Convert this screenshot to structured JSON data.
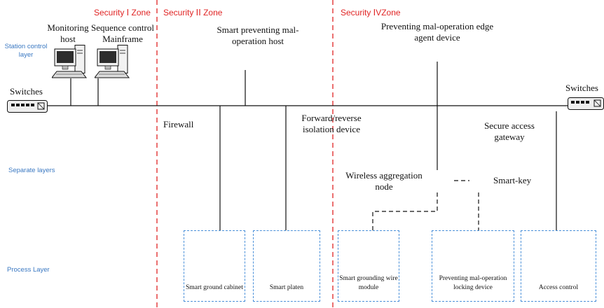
{
  "zones": [
    {
      "label": "Security Ⅰ Zone"
    },
    {
      "label": "Security ⅠⅠ Zone"
    },
    {
      "label": "Security ⅠVZone"
    }
  ],
  "layers": {
    "station_control": "Station control layer",
    "separate": "Separate layers",
    "process": "Process Layer"
  },
  "nodes": {
    "switches_left": "Switches",
    "switches_right": "Switches",
    "monitoring_host": "Monitoring host",
    "sequence_control": "Sequence control Mainframe",
    "smart_preventing_host": "Smart preventing mal-operation host",
    "edge_agent": "Preventing mal-operation edge agent device",
    "firewall": "Firewall",
    "isolation_device": "Forward/reverse isolation device",
    "secure_gateway": "Secure access gateway",
    "wireless_node": "Wireless aggregation node",
    "smart_key": "Smart-key"
  },
  "process_boxes": [
    {
      "label": "Smart ground cabinet"
    },
    {
      "label": "Smart platen"
    },
    {
      "label": "Smart grounding wire module"
    },
    {
      "label": "Preventing mal-operation locking device"
    },
    {
      "label": "Access control"
    }
  ],
  "colors": {
    "zone_text": "#e02424",
    "zone_divider": "#e02424",
    "layer_text": "#3a78c2",
    "box_border": "#4a90d9",
    "line": "#111111"
  }
}
